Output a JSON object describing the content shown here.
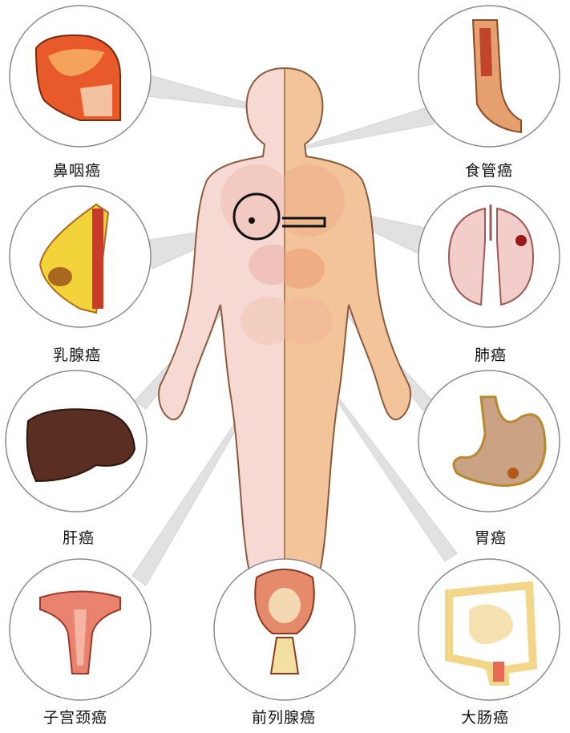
{
  "diagram": {
    "callouts": [
      {
        "id": "nasopharynx",
        "label": "鼻咽癌"
      },
      {
        "id": "esophagus",
        "label": "食管癌"
      },
      {
        "id": "breast",
        "label": "乳腺癌"
      },
      {
        "id": "lung",
        "label": "肺癌"
      },
      {
        "id": "liver",
        "label": "肝癌"
      },
      {
        "id": "stomach",
        "label": "胃癌"
      },
      {
        "id": "cervix",
        "label": "子宫颈癌"
      },
      {
        "id": "prostate",
        "label": "前列腺癌"
      },
      {
        "id": "colon",
        "label": "大肠癌"
      }
    ]
  },
  "colors": {
    "female_skin": "#f6d9d3",
    "male_skin": "#f3c39a",
    "outline": "#8a5a3c",
    "pointer": "#d9d9d9"
  }
}
